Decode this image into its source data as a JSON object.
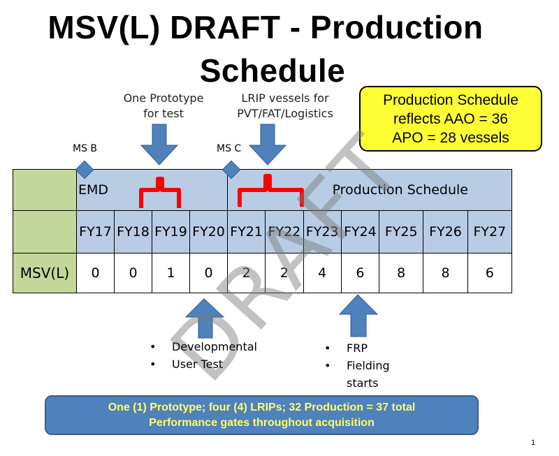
{
  "title": {
    "line1": "MSV(L) DRAFT - Production",
    "line2": "Schedule"
  },
  "callouts": {
    "prototype_line1": "One Prototype",
    "prototype_line2": "for test",
    "lrip_line1": "LRIP vessels for",
    "lrip_line2": "PVT/FAT/Logistics"
  },
  "note_box": {
    "line1": "Production Schedule",
    "line2": "reflects AAO = 36",
    "line3": "APO = 28 vessels"
  },
  "milestones": {
    "ms_b": "MS B",
    "ms_c": "MS C"
  },
  "table": {
    "phase_emd": "EMD",
    "phase_production": "Production Schedule",
    "row_label": "MSV(L)",
    "years": [
      "FY17",
      "FY18",
      "FY19",
      "FY20",
      "FY21",
      "FY22",
      "FY23",
      "FY24",
      "FY25",
      "FY26",
      "FY27"
    ],
    "values": [
      "0",
      "0",
      "1",
      "0",
      "2",
      "2",
      "4",
      "6",
      "8",
      "8",
      "6"
    ]
  },
  "watermark": "DRAFT",
  "bullets_left": [
    "Developmental",
    "User Test"
  ],
  "bullets_right": [
    "FRP",
    "Fielding starts"
  ],
  "summary": {
    "line1": "One (1) Prototype; four (4) LRIPs; 32 Production = 37 total",
    "line2": "Performance gates throughout acquisition"
  },
  "page_number": "1",
  "colors": {
    "arrow": "#4f81bd",
    "bracket": "#ff0000",
    "header_fill": "#b8cce4",
    "label_fill": "#c4d79b",
    "note_fill": "#ffff33",
    "summary_text": "#ffff66"
  }
}
